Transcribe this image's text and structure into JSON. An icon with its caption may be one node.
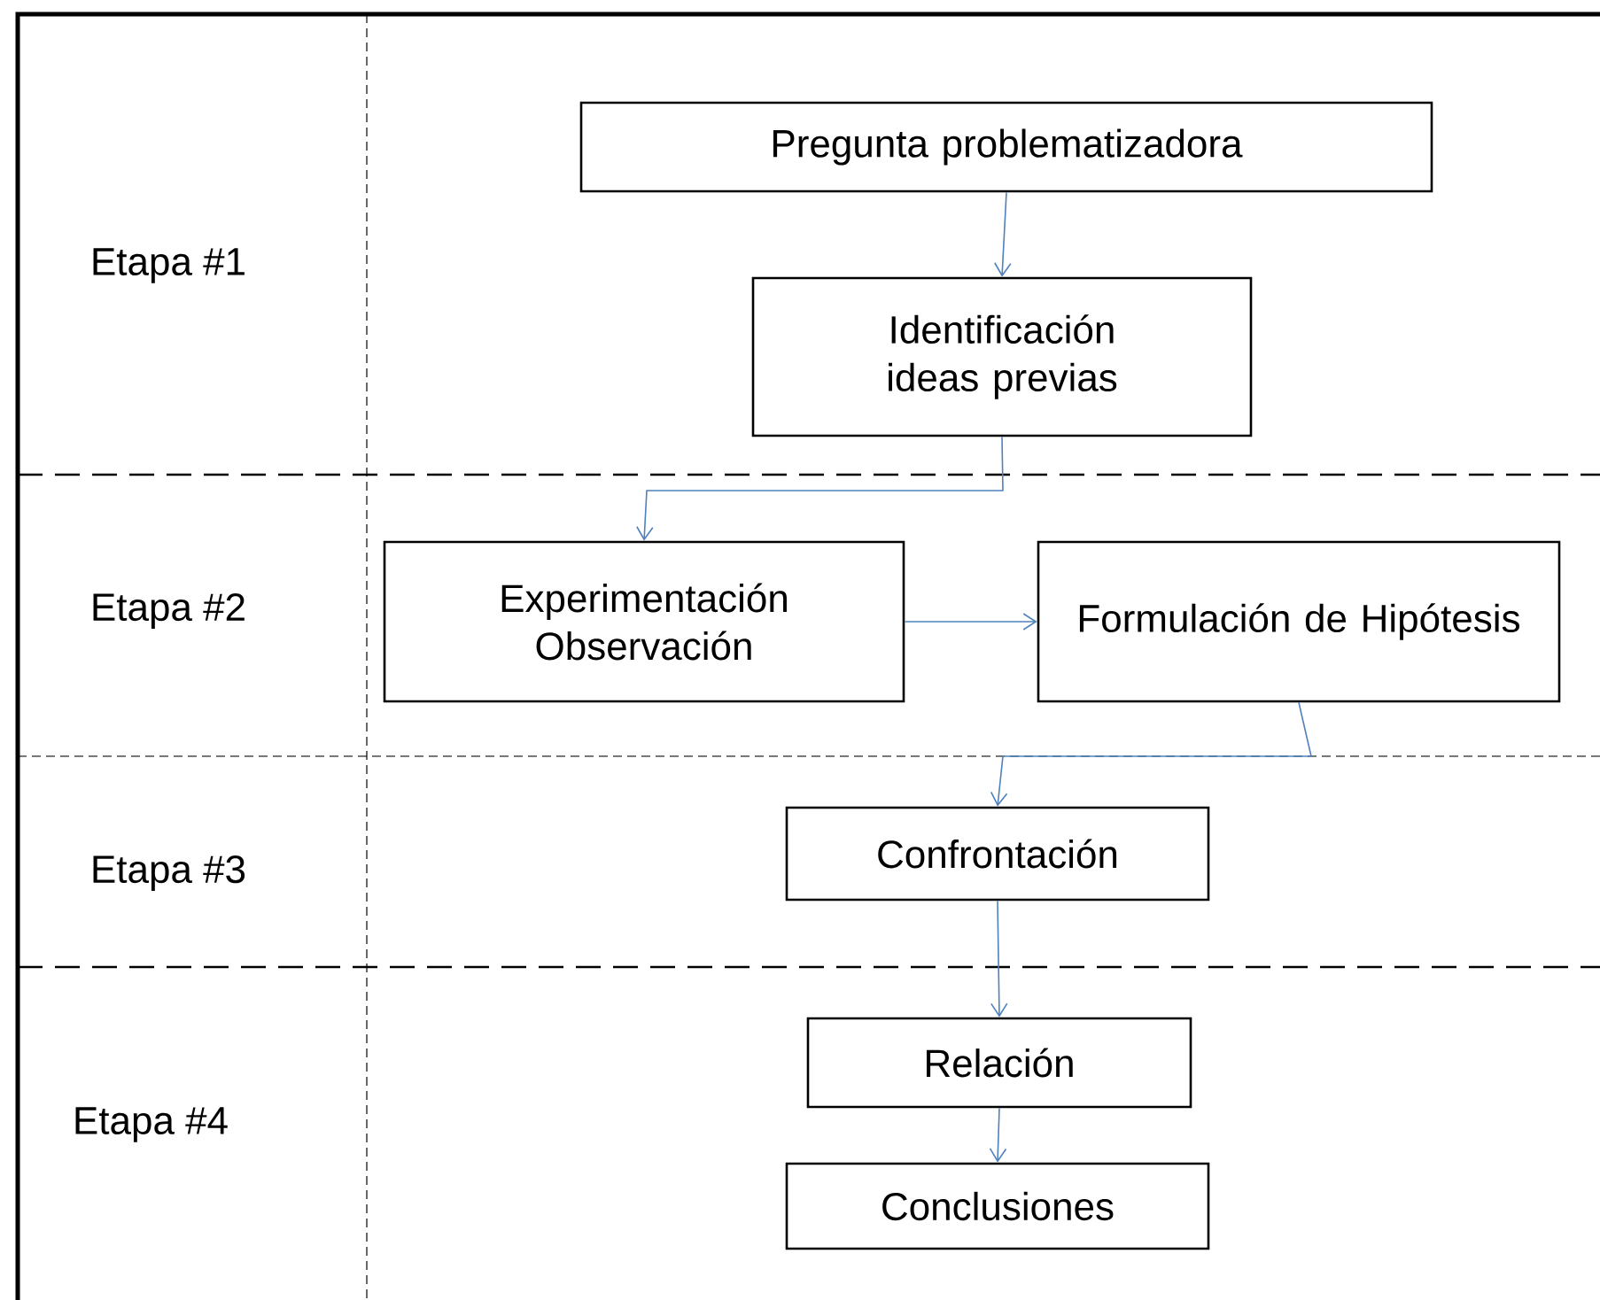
{
  "diagram": {
    "nodes": [
      {
        "text": [
          "Pregunta problematizadora"
        ]
      },
      {
        "text": [
          "Identificación ideas previas"
        ]
      },
      {
        "text": [
          "Experimentación Observación"
        ]
      },
      {
        "text": [
          "Formulación de Hipótesis"
        ]
      },
      {
        "text": [
          "Confrontación"
        ]
      },
      {
        "text": [
          "Relación"
        ]
      },
      {
        "text": [
          "Conclusiones"
        ]
      }
    ],
    "edges": [
      {
        "from": 0,
        "to": 1,
        "arrow": "to"
      },
      {
        "from": 1,
        "to": 2,
        "arrow": "to"
      },
      {
        "from": 2,
        "to": 3,
        "arrow": "to"
      },
      {
        "from": 3,
        "to": 4,
        "arrow": "to"
      },
      {
        "from": 4,
        "to": 5,
        "arrow": "to"
      },
      {
        "from": 5,
        "to": 6,
        "arrow": "to"
      }
    ],
    "labels": [
      "Etapa #1",
      "Etapa #2",
      "Etapa #3",
      "Etapa #4"
    ]
  }
}
